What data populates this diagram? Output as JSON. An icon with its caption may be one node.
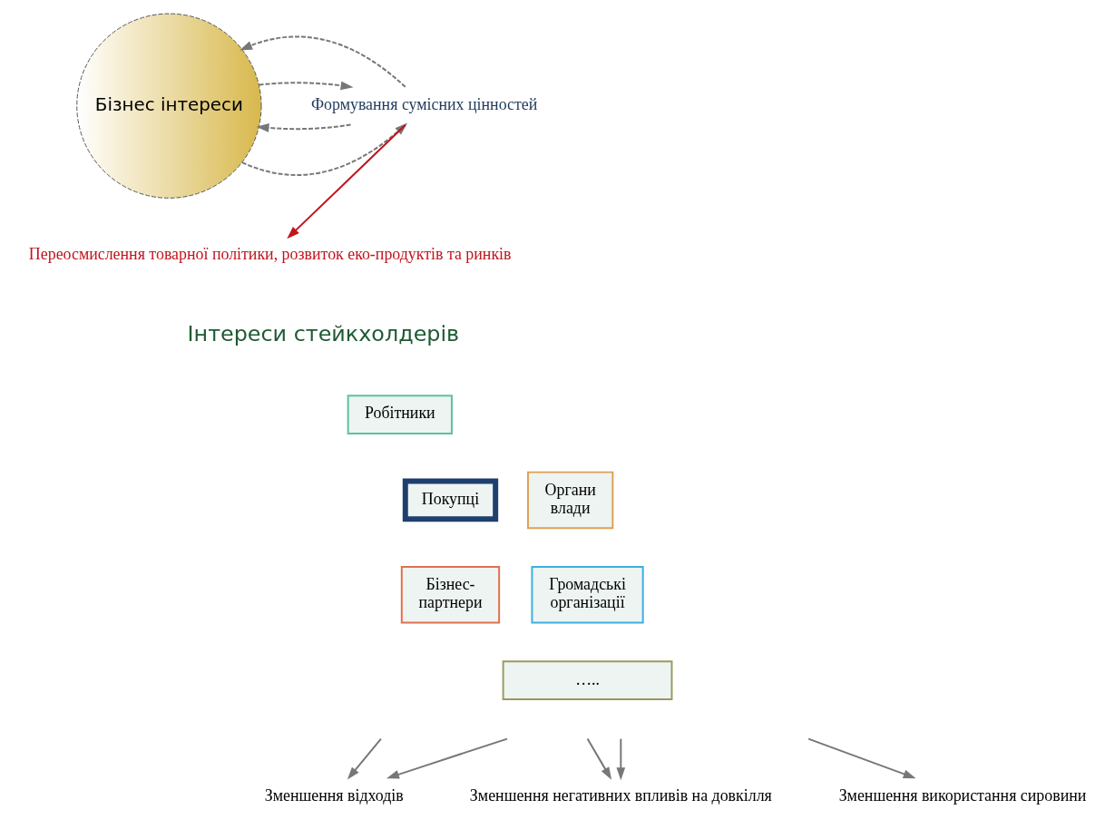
{
  "diagram": {
    "nodes": [
      {
        "text": [
          "Бізнес інтереси"
        ]
      },
      {
        "text": [
          "Формування сумісних цінностей"
        ]
      },
      {
        "text": [
          "Переосмислення товарної політики, розвиток еко-продуктів та ринків"
        ]
      },
      {
        "text": [
          "Робітники"
        ]
      },
      {
        "text": [
          "Покупці"
        ]
      },
      {
        "text": [
          "Органи влади"
        ]
      },
      {
        "text": [
          "Бізнес-партнери"
        ]
      },
      {
        "text": [
          "Громадські організації"
        ]
      },
      {
        "text": [
          "….."
        ]
      },
      {
        "text": [
          "Зменшення відходів"
        ]
      },
      {
        "text": [
          "Зменшення негативних впливів на довкілля"
        ]
      },
      {
        "text": [
          "Зменшення використання сировини"
        ]
      }
    ],
    "edges": [
      {
        "from": 0,
        "to": 1,
        "arrow": "to",
        "style": "dashed"
      },
      {
        "from": 1,
        "to": 0,
        "arrow": "to",
        "style": "dashed"
      },
      {
        "from": 0,
        "to": 1,
        "arrow": "to",
        "style": "dashed"
      },
      {
        "from": 1,
        "to": 0,
        "arrow": "to",
        "style": "dashed"
      },
      {
        "from": 1,
        "to": 2,
        "arrow": "to",
        "color": "#c0141c"
      },
      {
        "from": null,
        "to": 9,
        "arrow": "to"
      },
      {
        "from": null,
        "to": 9,
        "arrow": "to"
      },
      {
        "from": null,
        "to": 10,
        "arrow": "to"
      },
      {
        "from": null,
        "to": 10,
        "arrow": "to"
      },
      {
        "from": null,
        "to": 11,
        "arrow": "to"
      }
    ],
    "labels": [
      "Інтереси стейкхолдерів"
    ]
  }
}
